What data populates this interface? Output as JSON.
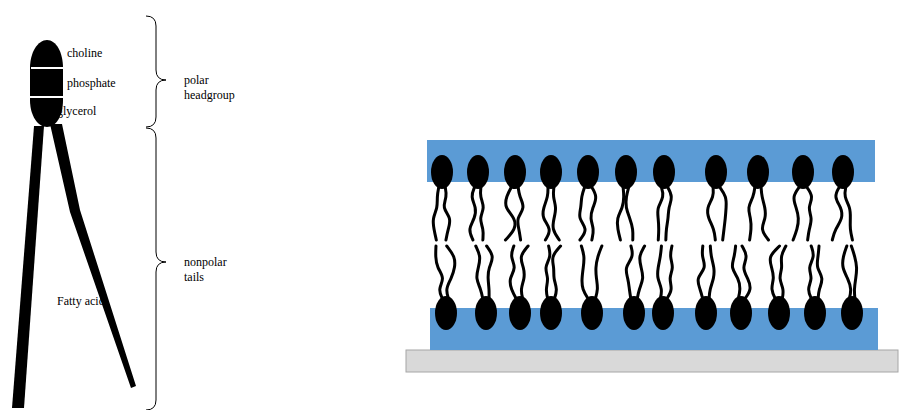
{
  "diagram": {
    "labels": [
      "choline",
      "phosphate",
      "glycerol",
      "polar headgroup",
      "nonpolar tails",
      "Fatty acid"
    ]
  }
}
